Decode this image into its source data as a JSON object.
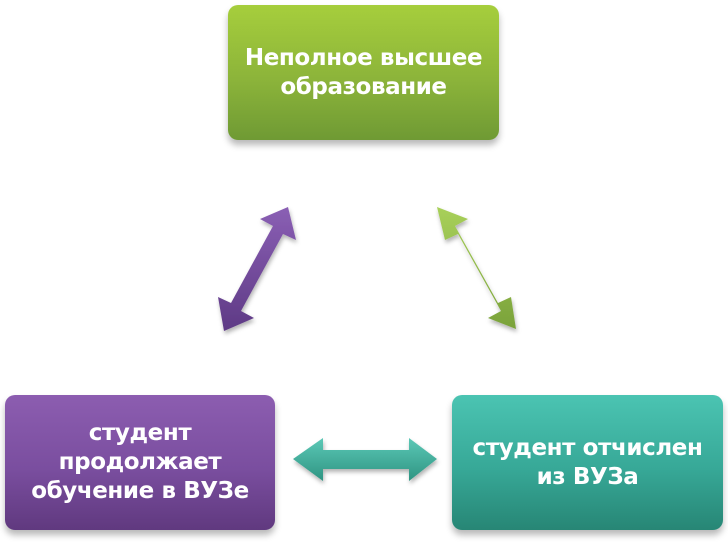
{
  "nodes": {
    "top": {
      "line1": "Неполное высшее",
      "line2": "образование",
      "color": "#8cb43a"
    },
    "left": {
      "line1": "студент",
      "line2": "продолжает",
      "line3": "обучение в ВУЗе",
      "color": "#7a4e9f"
    },
    "right": {
      "line1": "студент отчислен",
      "line2": "из ВУЗа",
      "color": "#37a897"
    }
  },
  "arrows": [
    {
      "between": [
        "top",
        "left"
      ],
      "style": "double-headed",
      "color": "#6e4596"
    },
    {
      "between": [
        "top",
        "right"
      ],
      "style": "double-headed",
      "color": "#8cb43a"
    },
    {
      "between": [
        "left",
        "right"
      ],
      "style": "double-headed",
      "color": "#3aa896"
    }
  ]
}
